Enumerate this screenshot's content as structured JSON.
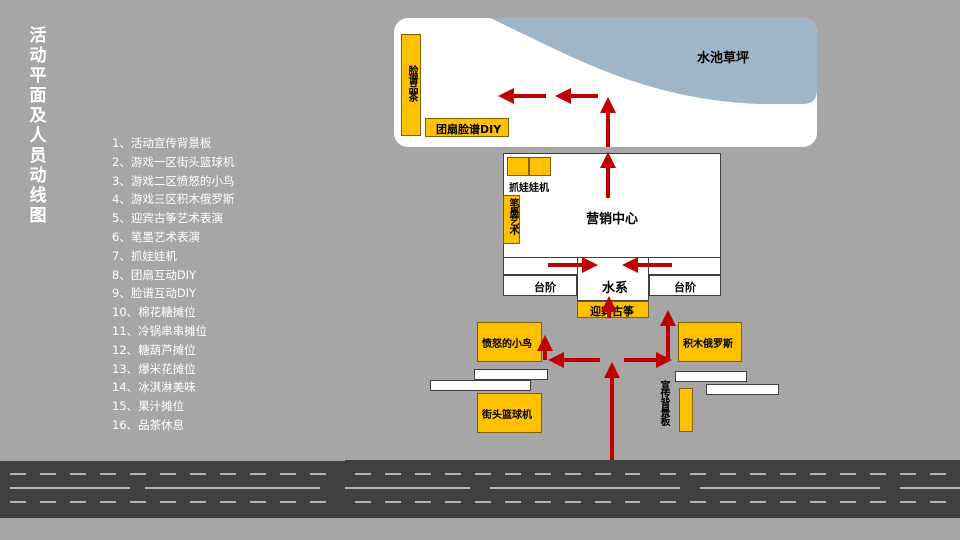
{
  "title": "活动平面及人员动线图",
  "legend": [
    "1、活动宣传背景板",
    "2、游戏一区街头篮球机",
    "3、游戏二区愤怒的小鸟",
    "4、游戏三区积木俄罗斯",
    "5、迎宾古筝艺术表演",
    "6、笔墨艺术表演",
    "7、抓娃娃机",
    "8、团扇互动DIY",
    "9、脸谱互动DIY",
    "10、棉花糖摊位",
    "11、冷锅串串摊位",
    "12、糖葫芦摊位",
    "13、爆米花摊位",
    "14、冰淇淋美味",
    "15、果汁摊位",
    "16、品茶休息"
  ],
  "labels": {
    "pond_lawn": "水池草坪",
    "left_vertical": "脸谱品茶",
    "fan_diy": "团扇脸谱DIY",
    "claw_machine": "抓娃娃机",
    "ink_art": "笔墨艺术",
    "sales_center": "营销中心",
    "steps_left": "台阶",
    "water": "水系",
    "steps_right": "台阶",
    "guzheng": "迎宾古筝",
    "angry_birds": "愤怒的小鸟",
    "tetris": "积木俄罗斯",
    "basketball": "街头篮球机",
    "promo_board": "宣传背景板"
  },
  "colors": {
    "background": "#a6a6a6",
    "booth": "#ffc000",
    "arrow": "#c00000",
    "road": "#404040",
    "pond": "#9fb6c8"
  }
}
